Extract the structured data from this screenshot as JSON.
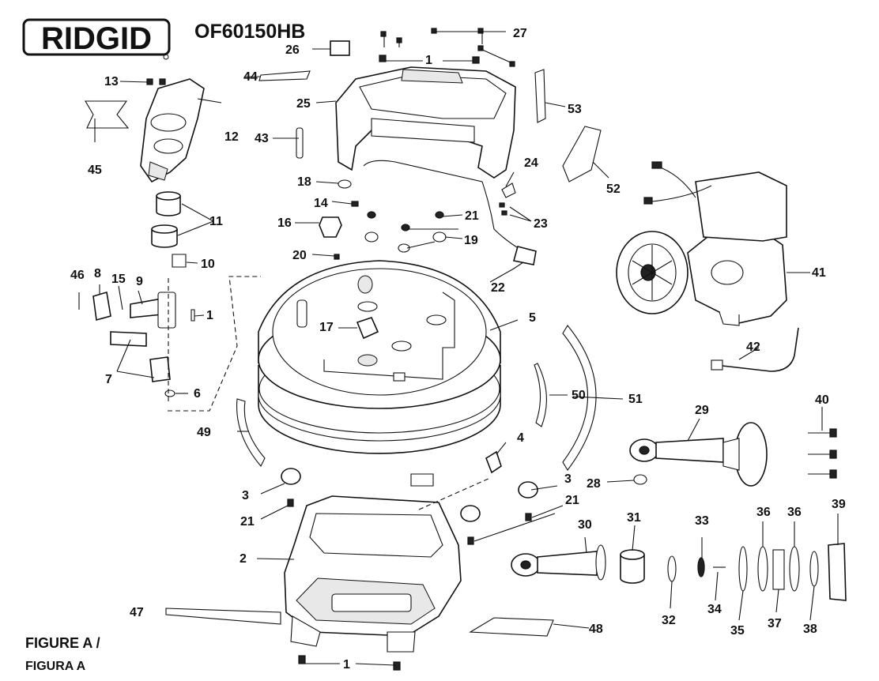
{
  "brand": "RIDGID",
  "model": "OF60150HB",
  "figure": {
    "label_en": "FIGURE A /",
    "label_es": "FIGURA A"
  },
  "colors": {
    "ink": "#111111",
    "background": "#ffffff"
  },
  "callouts": {
    "c1a": "1",
    "c1b": "1",
    "c1c": "1",
    "c2": "2",
    "c3a": "3",
    "c3b": "3",
    "c4": "4",
    "c5": "5",
    "c6": "6",
    "c7": "7",
    "c8": "8",
    "c9": "9",
    "c10": "10",
    "c11": "11",
    "c12": "12",
    "c13": "13",
    "c14": "14",
    "c15": "15",
    "c16": "16",
    "c17": "17",
    "c18": "18",
    "c19": "19",
    "c20": "20",
    "c21a": "21",
    "c21b": "21",
    "c21c": "21",
    "c22": "22",
    "c23": "23",
    "c24": "24",
    "c25": "25",
    "c26": "26",
    "c27": "27",
    "c28": "28",
    "c29": "29",
    "c30": "30",
    "c31": "31",
    "c32": "32",
    "c33": "33",
    "c34": "34",
    "c35": "35",
    "c36a": "36",
    "c36b": "36",
    "c37": "37",
    "c38": "38",
    "c39": "39",
    "c40": "40",
    "c41": "41",
    "c42": "42",
    "c43": "43",
    "c44": "44",
    "c45": "45",
    "c46": "46",
    "c47": "47",
    "c48": "48",
    "c49": "49",
    "c50": "50",
    "c51": "51",
    "c52": "52",
    "c53": "53"
  }
}
